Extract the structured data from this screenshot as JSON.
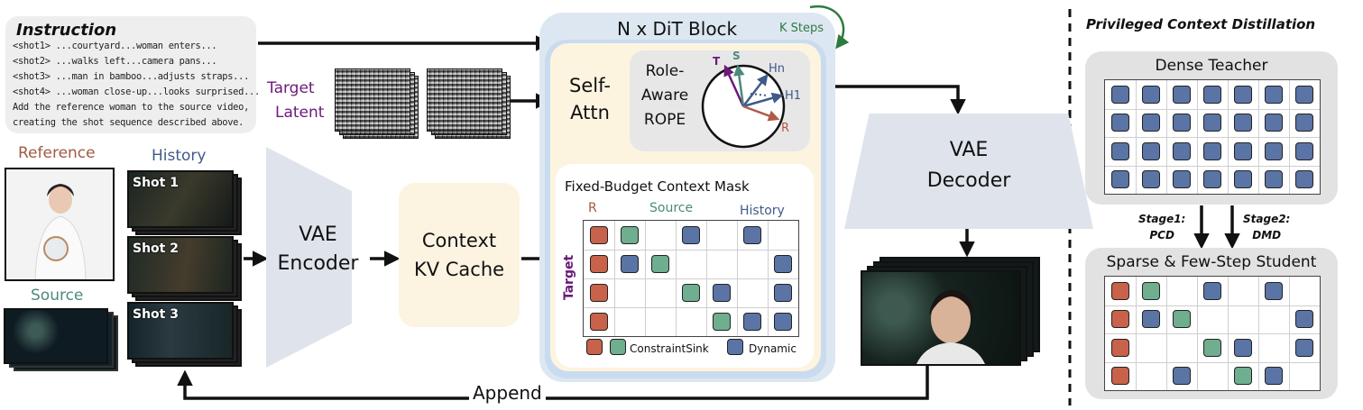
{
  "instruction": {
    "title": "Instruction",
    "lines": [
      "<shot1> ...courtyard...woman enters...",
      "<shot2> ...walks left...camera pans...",
      "<shot3> ...man in bamboo...adjusts straps...",
      "<shot4> ...woman close-up...looks surprised...",
      "Add the reference woman to the source video,",
      "creating the shot sequence described above."
    ]
  },
  "labels": {
    "reference": "Reference",
    "history": "History",
    "source": "Source",
    "target_latent_1": "Target",
    "target_latent_2": "Latent",
    "shots": [
      "Shot 1",
      "Shot 2",
      "Shot 3"
    ],
    "vae_encoder_1": "VAE",
    "vae_encoder_2": "Encoder",
    "context_kv_1": "Context",
    "context_kv_2": "KV Cache",
    "dit_block": "N x DiT Block",
    "k_steps": "K Steps",
    "self_attn_1": "Self-",
    "self_attn_2": "Attn",
    "rope_1": "Role-",
    "rope_2": "Aware",
    "rope_3": "ROPE",
    "rope_T": "T",
    "rope_S": "S",
    "rope_Hn": "Hn",
    "rope_H1": "H1",
    "rope_R": "R",
    "mask_title": "Fixed-Budget Context Mask",
    "mask_R": "R",
    "mask_source": "Source",
    "mask_history": "History",
    "mask_target": "Target",
    "legend_constraint_sink": "ConstraintSink",
    "legend_dynamic": "Dynamic",
    "vae_decoder_1": "VAE",
    "vae_decoder_2": "Decoder",
    "append": "Append",
    "pcd_title": "Privileged Context Distillation",
    "dense_teacher": "Dense Teacher",
    "stage1_1": "Stage1:",
    "stage1_2": "PCD",
    "stage2_1": "Stage2:",
    "stage2_2": "DMD",
    "student": "Sparse & Few-Step Student"
  },
  "colors": {
    "reference": "#c8624a",
    "source": "#6fae8f",
    "dynamic": "#5b74a6",
    "history": "#3f5a8a",
    "target": "#6b1a7a",
    "k_steps": "#2f7a3f"
  },
  "mask_rows": [
    [
      "R",
      "S",
      "",
      "D",
      "",
      "D",
      ""
    ],
    [
      "R",
      "D",
      "S",
      "",
      "",
      "",
      "D"
    ],
    [
      "R",
      "",
      "",
      "S",
      "D",
      "",
      "D"
    ],
    [
      "R",
      "",
      "",
      "",
      "S",
      "D",
      "D"
    ]
  ],
  "student_rows": [
    [
      "R",
      "S",
      "",
      "D",
      "",
      "D",
      ""
    ],
    [
      "R",
      "D",
      "S",
      "",
      "",
      "",
      "D"
    ],
    [
      "R",
      "",
      "",
      "S",
      "D",
      "",
      "D"
    ],
    [
      "R",
      "",
      "D",
      "",
      "S",
      "D",
      ""
    ]
  ]
}
